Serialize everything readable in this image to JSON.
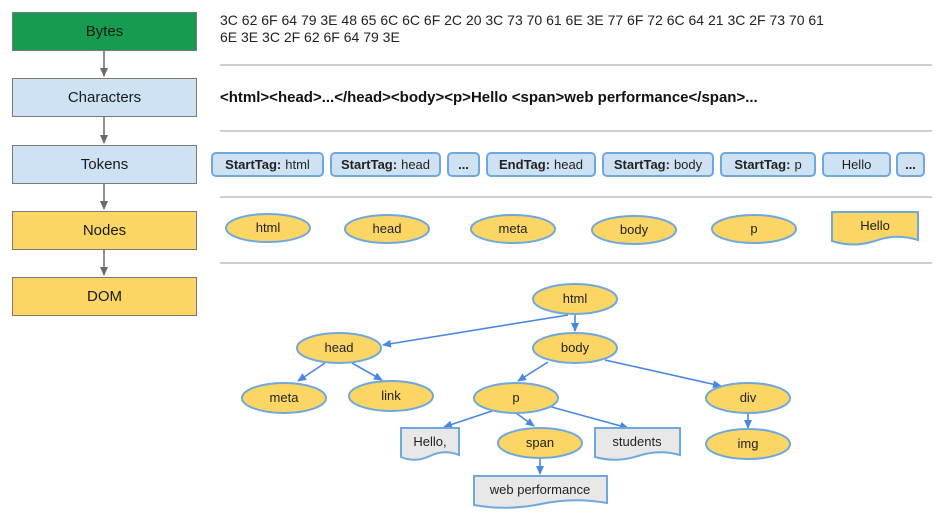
{
  "stages": [
    "Bytes",
    "Characters",
    "Tokens",
    "Nodes",
    "DOM"
  ],
  "bytes": {
    "line1": "3C 62 6F 64 79 3E 48 65 6C 6C 6F 2C 20 3C 73 70 61 6E 3E 77 6F 72 6C 64 21 3C 2F 73 70 61",
    "line2": "6E 3E 3C 2F 62 6F 64 79 3E"
  },
  "characters": "<html><head>...</head><body><p>Hello <span>web performance</span>...",
  "tokens": [
    {
      "kind": "StartTag:",
      "value": "html"
    },
    {
      "kind": "StartTag:",
      "value": "head"
    },
    {
      "kind": "",
      "value": "..."
    },
    {
      "kind": "EndTag:",
      "value": "head"
    },
    {
      "kind": "StartTag:",
      "value": "body"
    },
    {
      "kind": "StartTag:",
      "value": "p"
    },
    {
      "kind": "",
      "value": "Hello"
    },
    {
      "kind": "",
      "value": "..."
    }
  ],
  "nodes": [
    "html",
    "head",
    "meta",
    "body",
    "p",
    "Hello"
  ],
  "dom": {
    "html": "html",
    "head": "head",
    "body": "body",
    "meta": "meta",
    "link": "link",
    "p": "p",
    "div": "div",
    "hello": "Hello,",
    "span": "span",
    "students": "students",
    "img": "img",
    "web_performance": "web performance"
  },
  "colors": {
    "green": "#169c50",
    "blue_fill": "#cfe2f3",
    "blue_border": "#6fa8dc",
    "yellow": "#fbd665",
    "arrow": "#4a86e8",
    "doc_fill": "#e8e8e8"
  }
}
